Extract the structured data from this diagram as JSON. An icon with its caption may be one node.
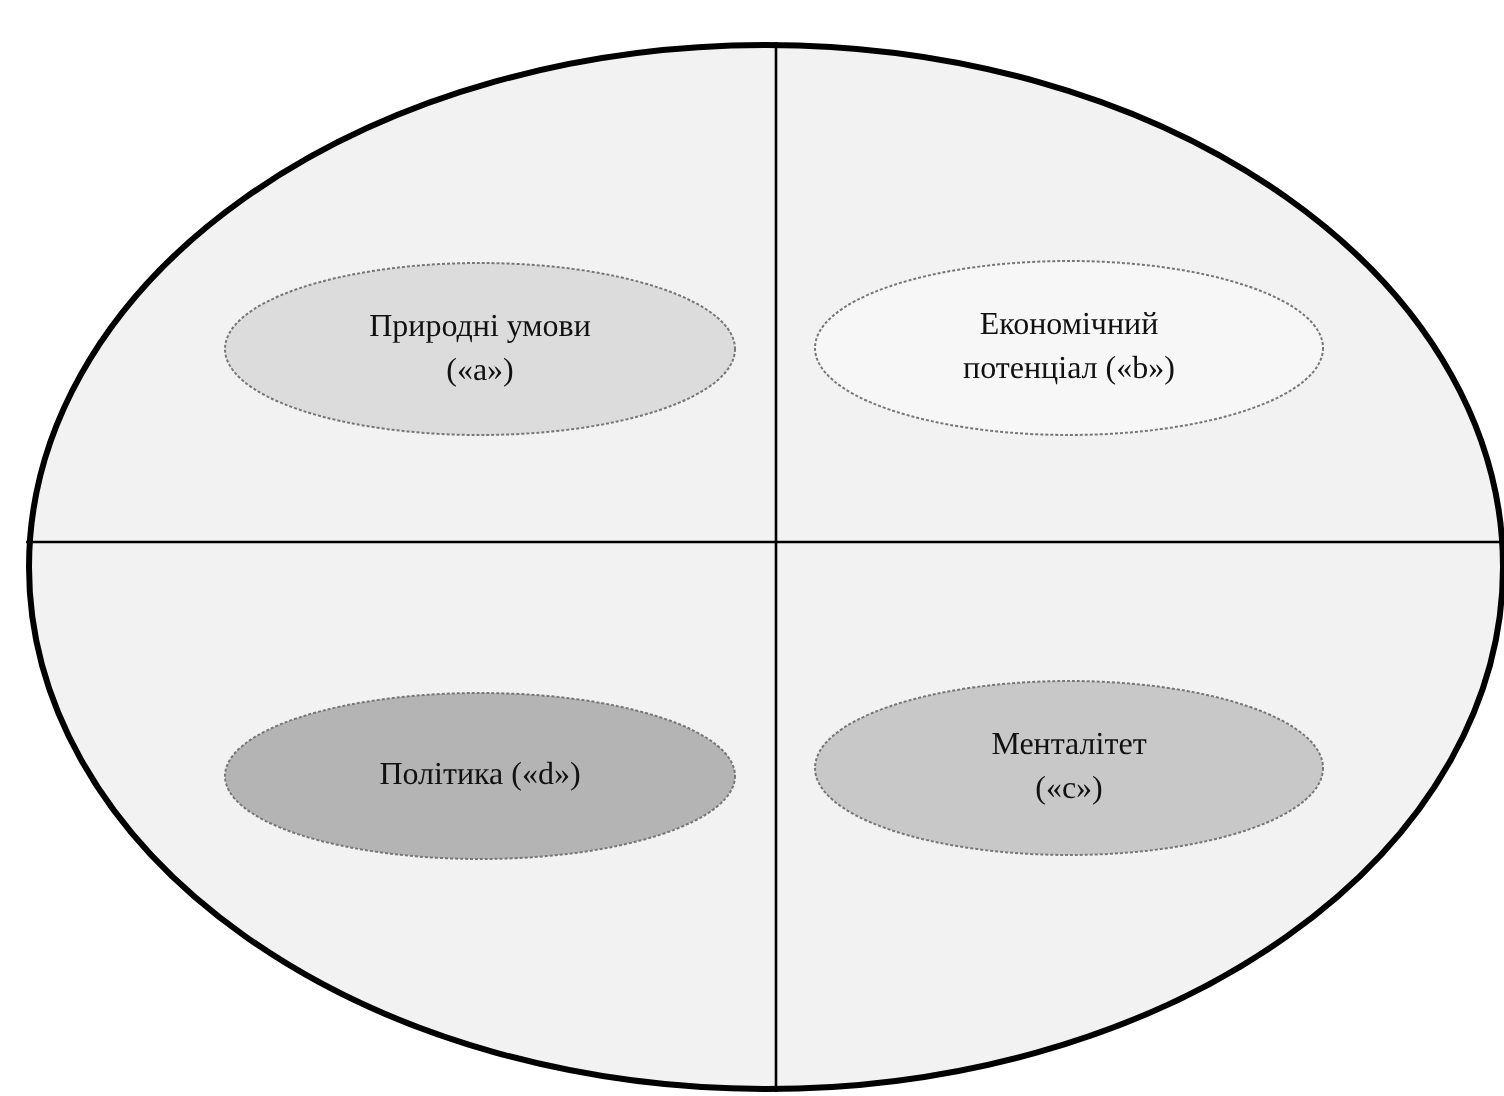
{
  "diagram": {
    "nodes": [
      {
        "text": [],
        "shape": "ellipse"
      },
      {
        "text": [
          "Природні умови («a»)"
        ],
        "in": 0
      },
      {
        "text": [
          "Економічний потенціал («b»)"
        ],
        "in": 0
      },
      {
        "text": [
          "Політика («d»)"
        ],
        "in": 0
      },
      {
        "text": [
          "Менталітет («c»)"
        ],
        "in": 0
      }
    ]
  }
}
